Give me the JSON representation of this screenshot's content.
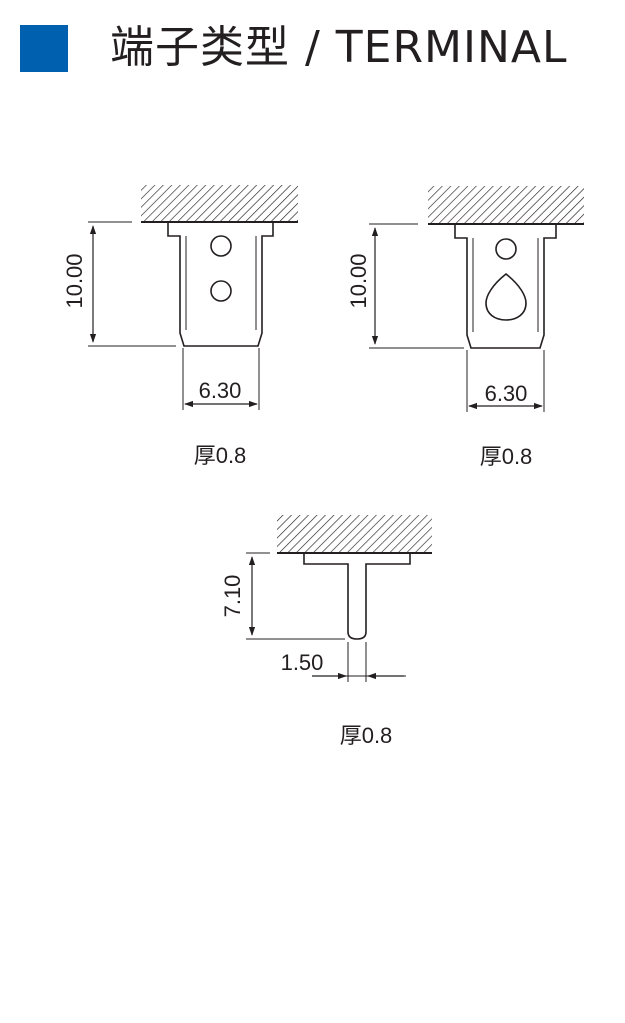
{
  "header": {
    "title": "端子类型 / TERMINAL",
    "accent_color": "#0060b0"
  },
  "terminals": [
    {
      "height_dim": "10.00",
      "width_dim": "6.30",
      "thickness": "厚0.8",
      "hole_style": "two-round"
    },
    {
      "height_dim": "10.00",
      "width_dim": "6.30",
      "thickness": "厚0.8",
      "hole_style": "round-and-teardrop"
    },
    {
      "height_dim": "7.10",
      "width_dim": "1.50",
      "thickness": "厚0.8",
      "hole_style": "pin"
    }
  ]
}
